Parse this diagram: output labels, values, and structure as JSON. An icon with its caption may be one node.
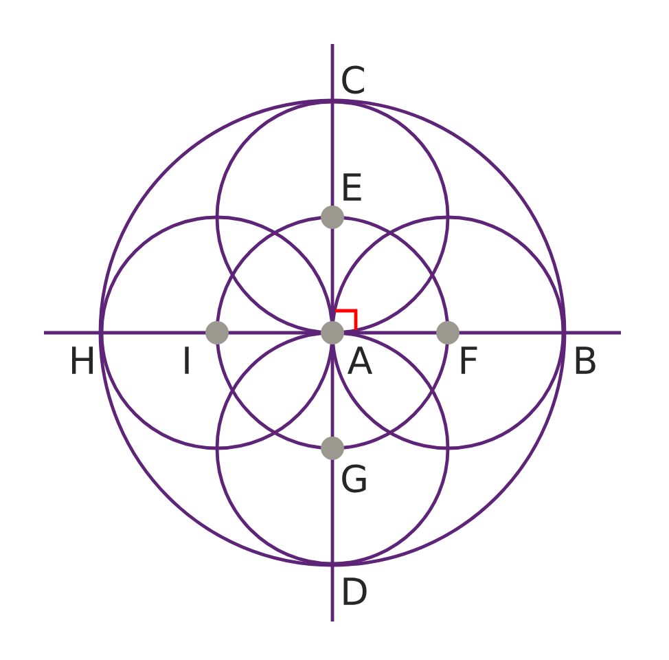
{
  "diagram": {
    "labels": [
      "C",
      "E",
      "H",
      "I",
      "A",
      "F",
      "B",
      "G",
      "D"
    ]
  }
}
